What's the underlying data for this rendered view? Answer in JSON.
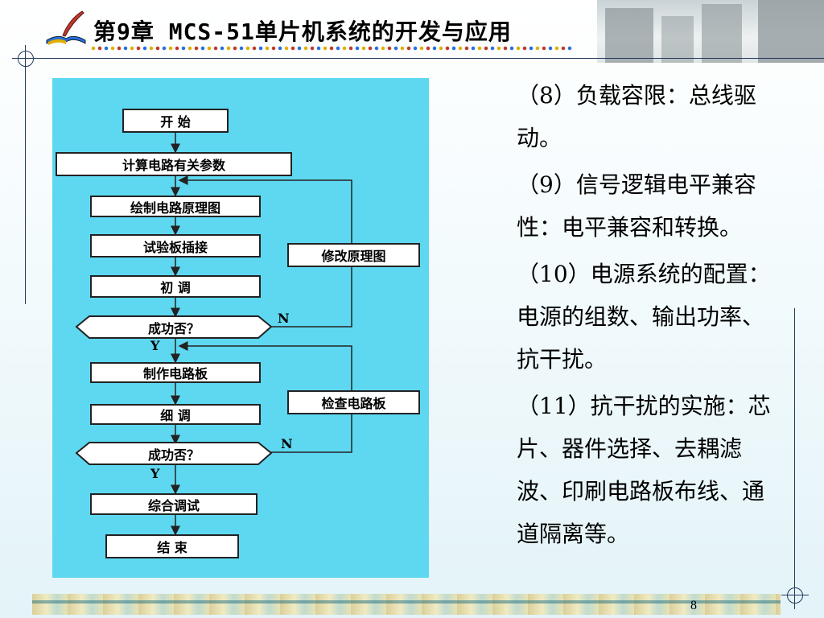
{
  "header": {
    "title": "第9章 MCS-51单片机系统的开发与应用"
  },
  "flowchart": {
    "start": "开 始",
    "calc": "计算电路有关参数",
    "draw": "绘制电路原理图",
    "test_board": "试验板插接",
    "initial_debug": "初 调",
    "success_q1": "成功否？",
    "y1": "Y",
    "n1": "N",
    "modify": "修改原理图",
    "make_pcb": "制作电路板",
    "fine_debug": "细 调",
    "success_q2": "成功否？",
    "y2": "Y",
    "n2": "N",
    "check_pcb": "检查电路板",
    "integrated_debug": "综合调试",
    "end": "结 束"
  },
  "content": {
    "items": [
      "（8）负载容限：总线驱动。",
      "（9）信号逻辑电平兼容性：电平兼容和转换。",
      "（10）电源系统的配置：电源的组数、输出功率、抗干扰。",
      "（11）抗干扰的实施：芯片、器件选择、去耦滤波、印刷电路板布线、通道隔离等。"
    ]
  },
  "footer": {
    "page_number": "8"
  }
}
